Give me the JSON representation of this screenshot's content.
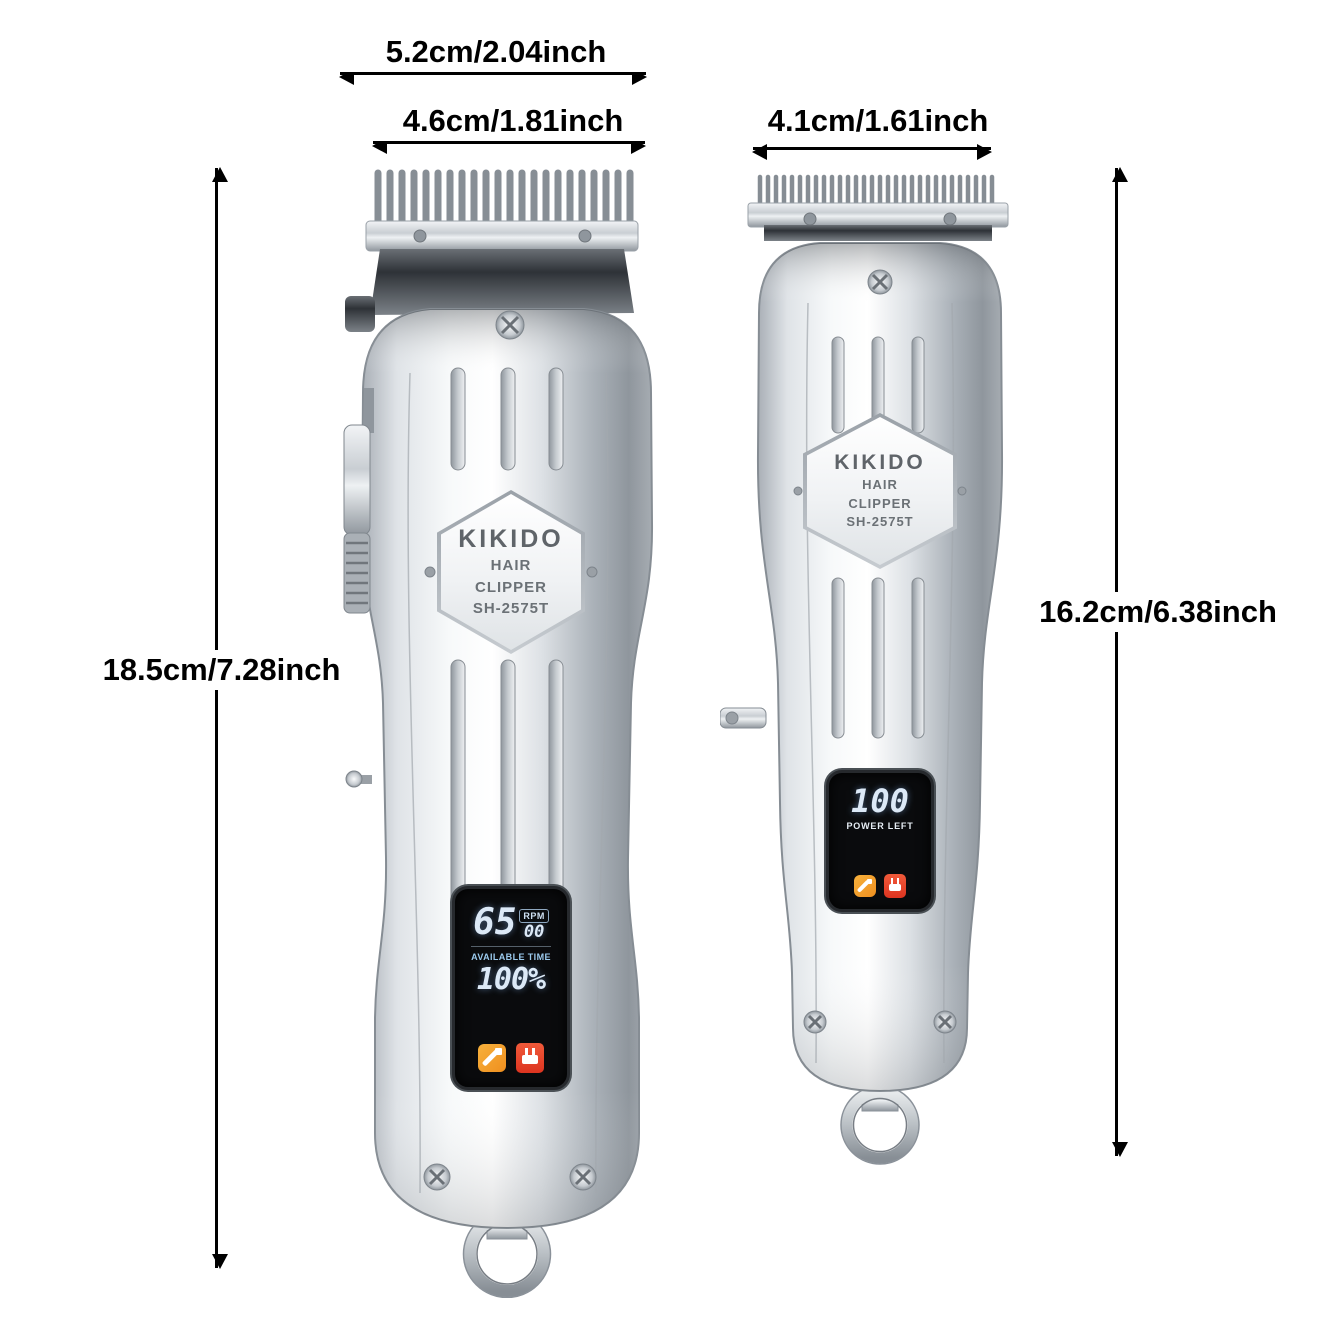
{
  "dimensions": {
    "blade_width_large": "5.2cm/2.04inch",
    "body_width_large": "4.6cm/1.81inch",
    "width_small": "4.1cm/1.61inch",
    "height_large": "18.5cm/7.28inch",
    "height_small": "16.2cm/6.38inch"
  },
  "clipper_large": {
    "brand": "KIKIDO",
    "label_line1": "HAIR",
    "label_line2": "CLIPPER",
    "model": "SH-2575T",
    "display": {
      "rpm_main": "65",
      "rpm_sub": "00",
      "rpm_badge": "RPM",
      "available_time_label": "AVAILABLE TIME",
      "battery_percent": "100%"
    }
  },
  "trimmer_small": {
    "brand": "KIKIDO",
    "label_line1": "HAIR",
    "label_line2": "CLIPPER",
    "model": "SH-2575T",
    "display": {
      "value": "100",
      "power_left_label": "POWER LEFT"
    }
  },
  "colors": {
    "background": "#ffffff",
    "dimension_text": "#000000",
    "metal_light": "#f7f9fa",
    "metal_dark": "#8f969d",
    "display_digits": "#dce9f7",
    "icon_orange": "#f2992b",
    "icon_red": "#e64a2e"
  }
}
